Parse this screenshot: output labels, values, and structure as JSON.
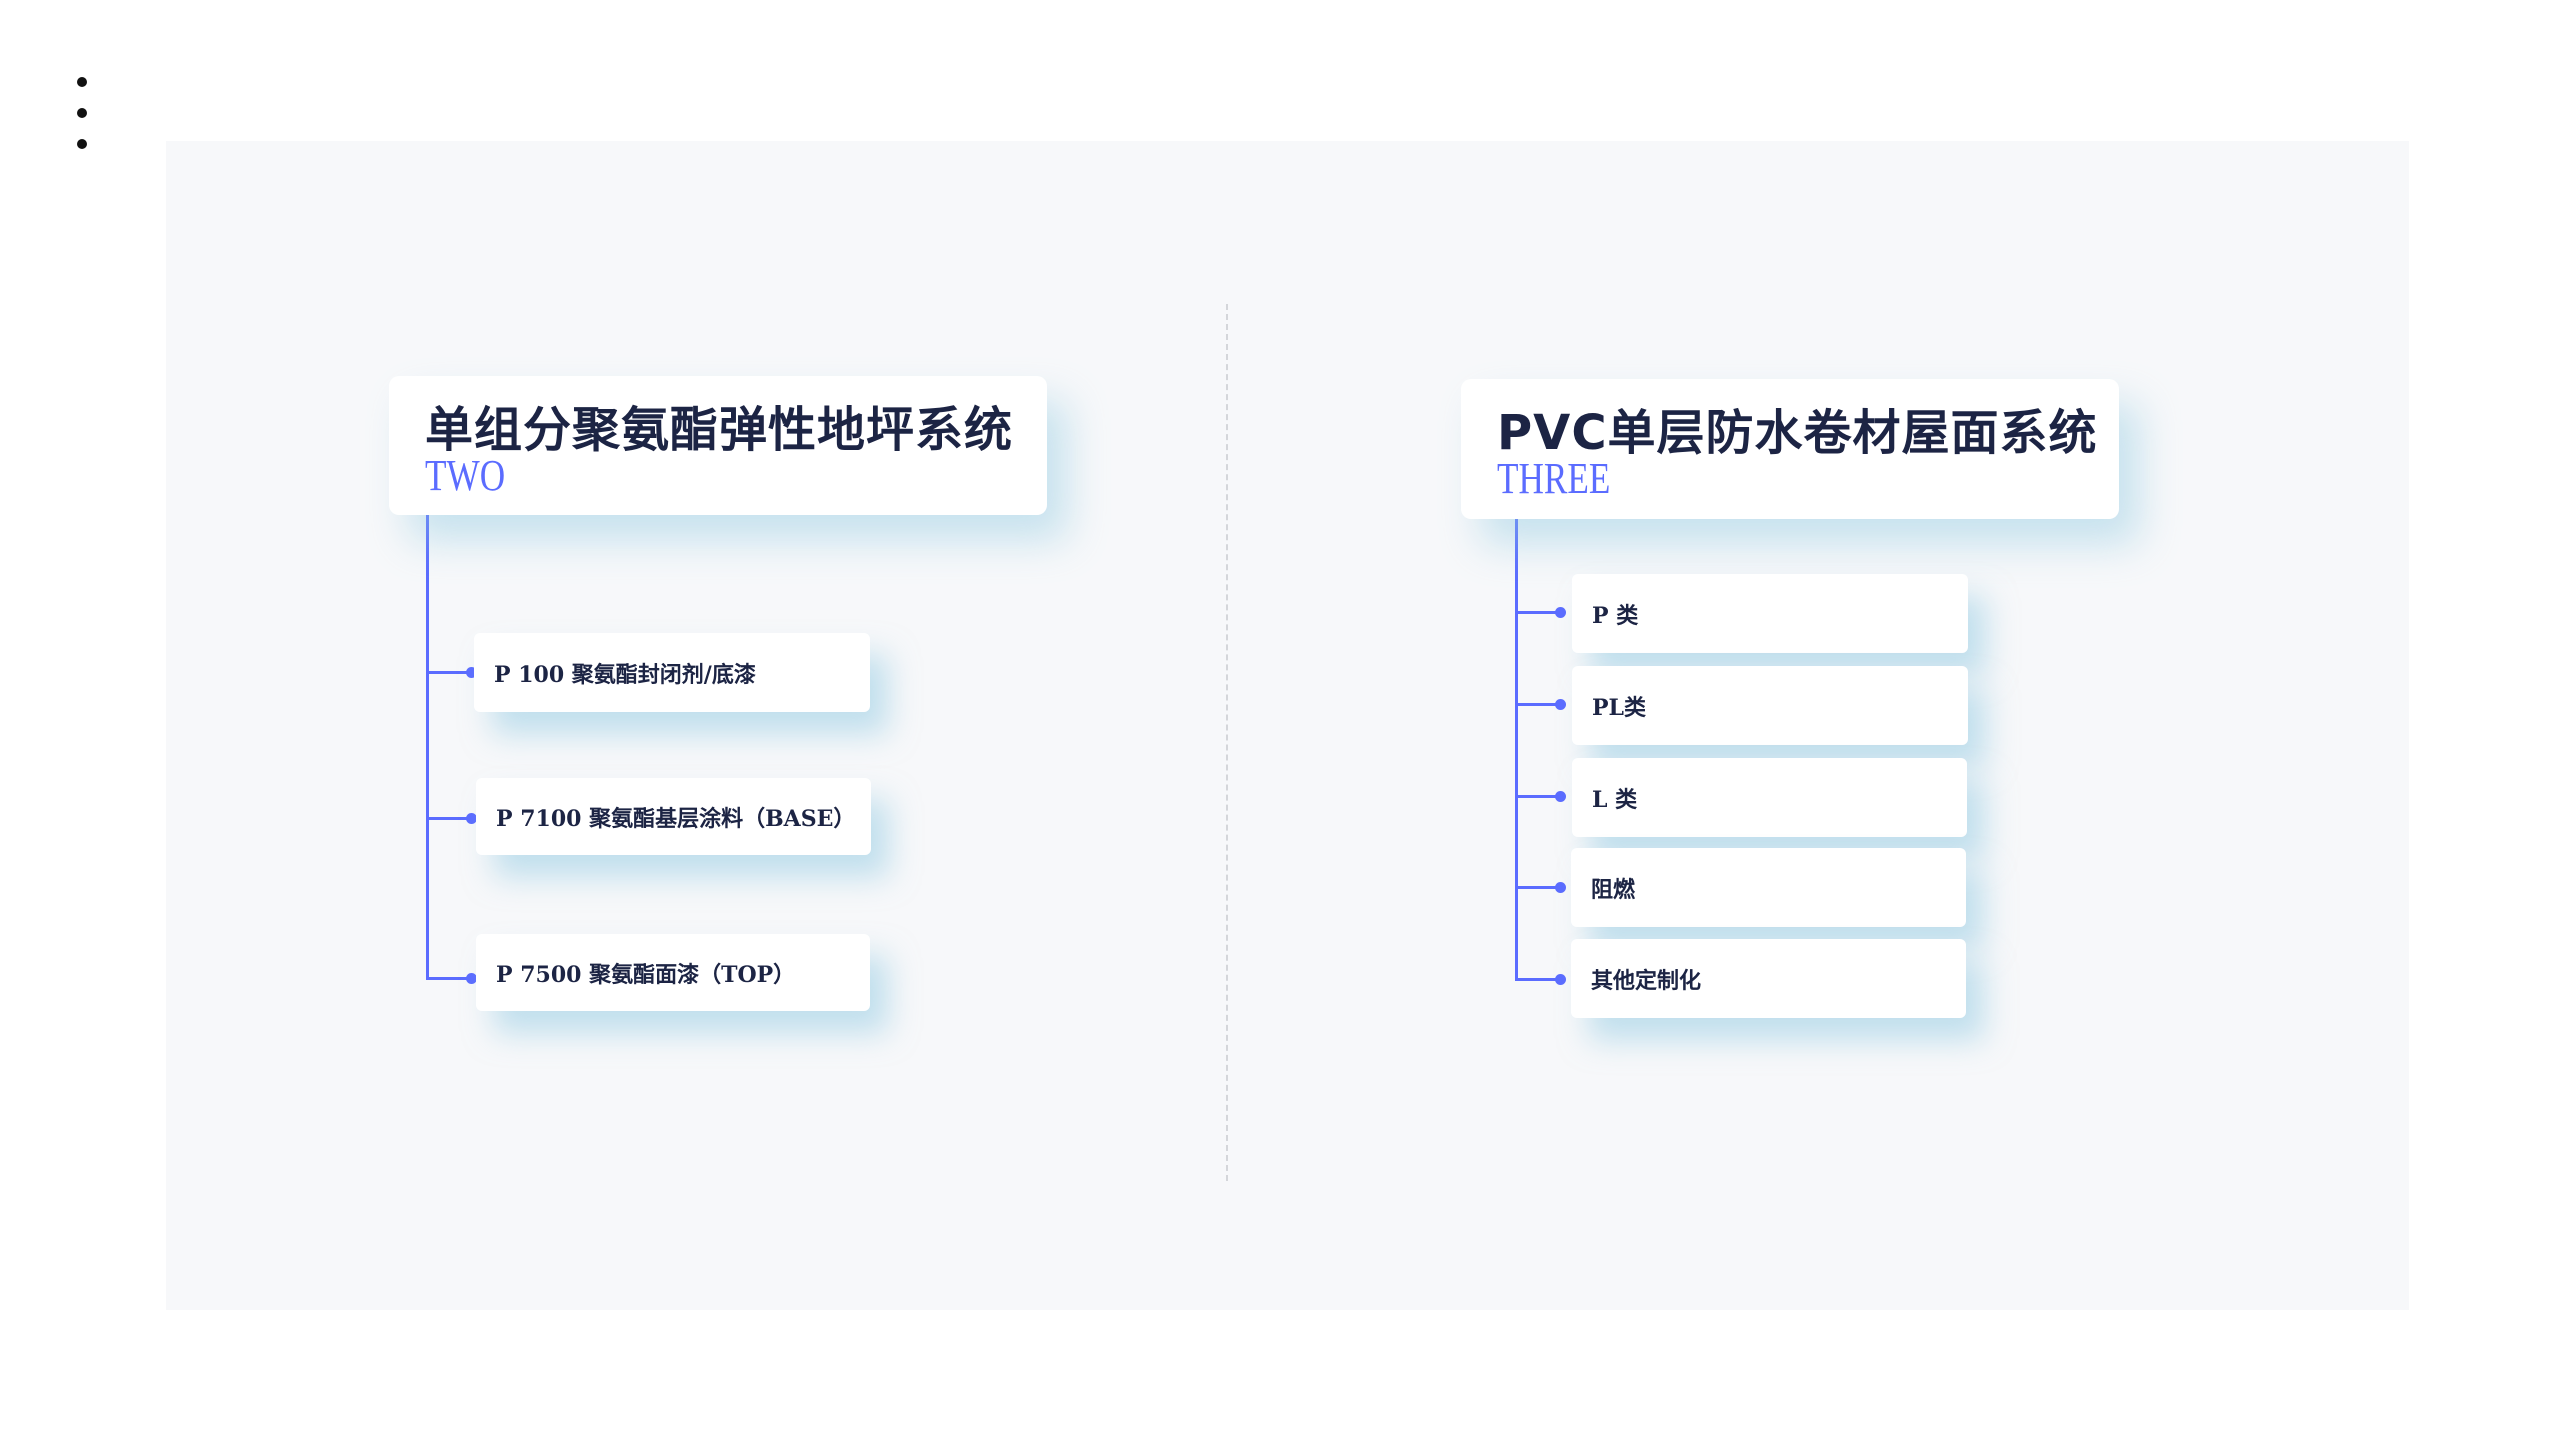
{
  "left": {
    "title": "单组分聚氨酯弹性地坪系统",
    "subtitle": "TWO",
    "items": [
      "P  100  聚氨酯封闭剂/底漆",
      "P  7100  聚氨酯基层涂料（BASE）",
      "P  7500  聚氨酯面漆（TOP）"
    ]
  },
  "right": {
    "title": "PVC单层防水卷材屋面系统",
    "subtitle": "THREE",
    "items": [
      "P  类",
      "PL类",
      "L  类",
      "阻燃",
      "其他定制化"
    ]
  },
  "colors": {
    "accent": "#5b6cff",
    "title": "#1c2444",
    "panel": "#f7f8fa"
  }
}
